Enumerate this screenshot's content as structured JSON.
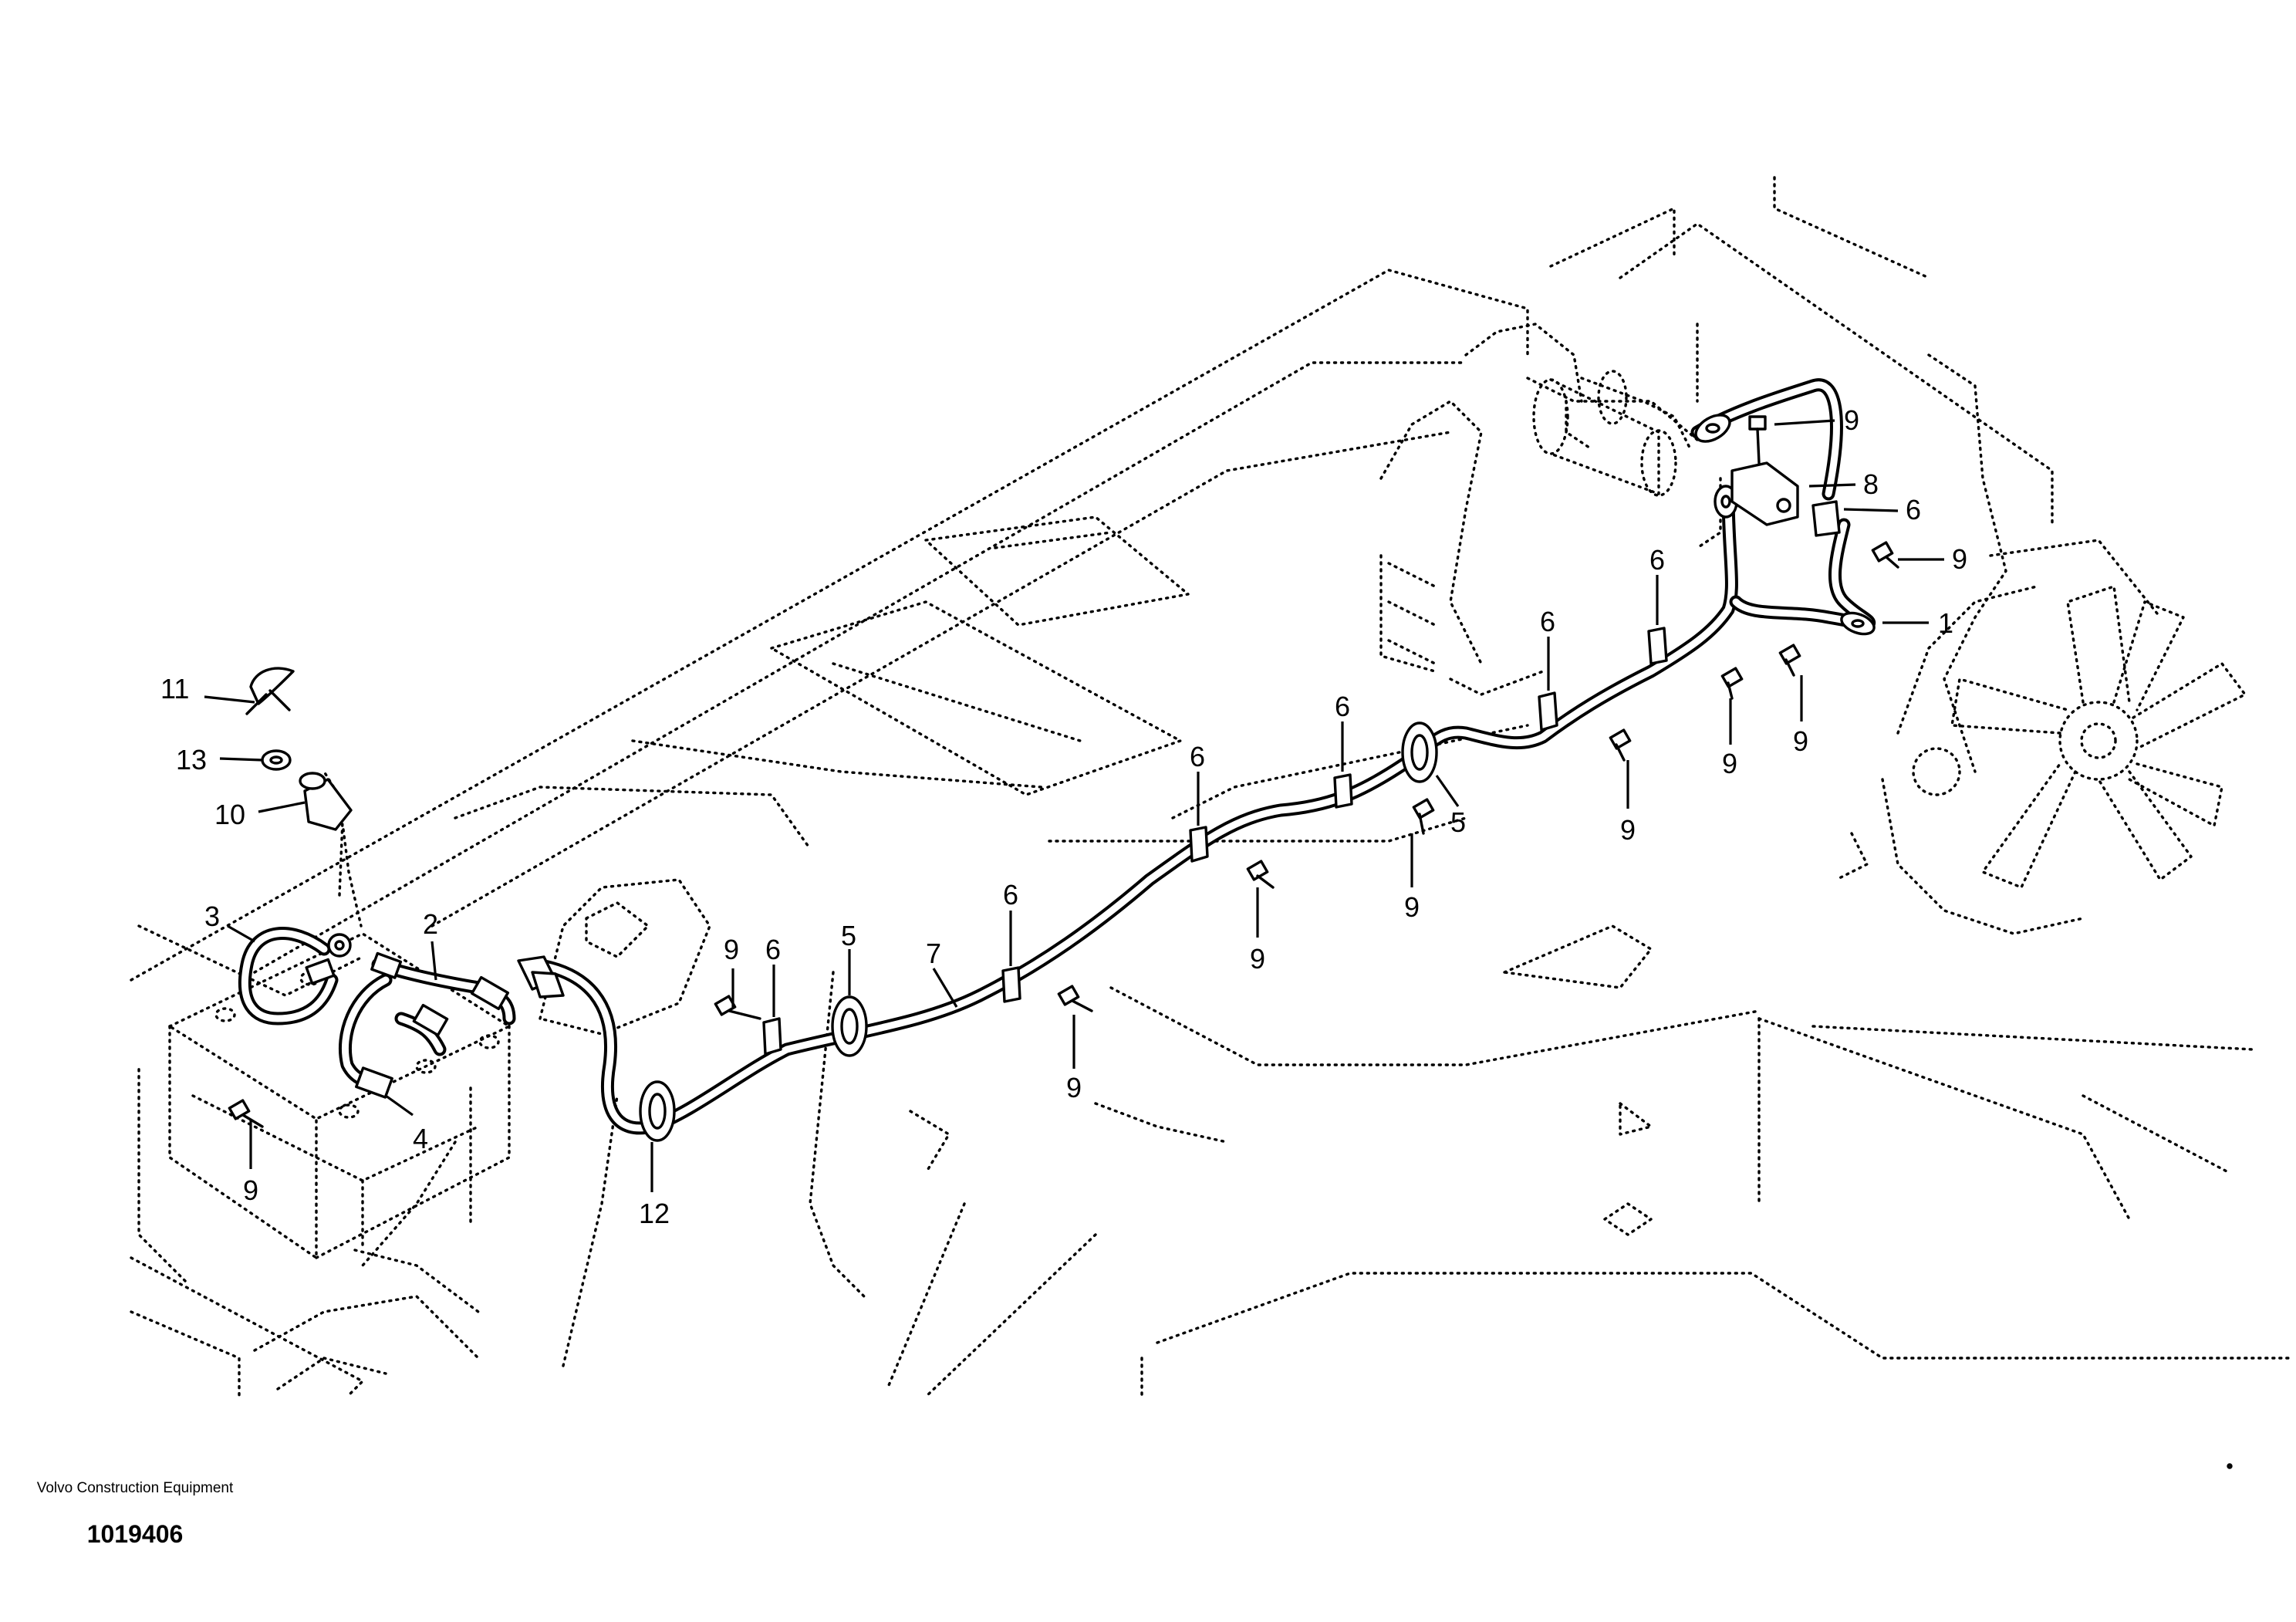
{
  "diagram": {
    "callouts": [
      {
        "id": "c1",
        "label": "1"
      },
      {
        "id": "c2",
        "label": "2"
      },
      {
        "id": "c3",
        "label": "3"
      },
      {
        "id": "c4",
        "label": "4"
      },
      {
        "id": "c5a",
        "label": "5"
      },
      {
        "id": "c5b",
        "label": "5"
      },
      {
        "id": "c6a",
        "label": "6"
      },
      {
        "id": "c6b",
        "label": "6"
      },
      {
        "id": "c6c",
        "label": "6"
      },
      {
        "id": "c6d",
        "label": "6"
      },
      {
        "id": "c6e",
        "label": "6"
      },
      {
        "id": "c6f",
        "label": "6"
      },
      {
        "id": "c6g",
        "label": "6"
      },
      {
        "id": "c7",
        "label": "7"
      },
      {
        "id": "c8",
        "label": "8"
      },
      {
        "id": "c9a",
        "label": "9"
      },
      {
        "id": "c9b",
        "label": "9"
      },
      {
        "id": "c9c",
        "label": "9"
      },
      {
        "id": "c9d",
        "label": "9"
      },
      {
        "id": "c9e",
        "label": "9"
      },
      {
        "id": "c9f",
        "label": "9"
      },
      {
        "id": "c9g",
        "label": "9"
      },
      {
        "id": "c9h",
        "label": "9"
      },
      {
        "id": "c9i",
        "label": "9"
      },
      {
        "id": "c9j",
        "label": "9"
      },
      {
        "id": "c10",
        "label": "10"
      },
      {
        "id": "c11",
        "label": "11"
      },
      {
        "id": "c12",
        "label": "12"
      },
      {
        "id": "c13",
        "label": "13"
      }
    ]
  },
  "footer": {
    "company": "Volvo Construction Equipment",
    "drawing_number": "1019406"
  }
}
